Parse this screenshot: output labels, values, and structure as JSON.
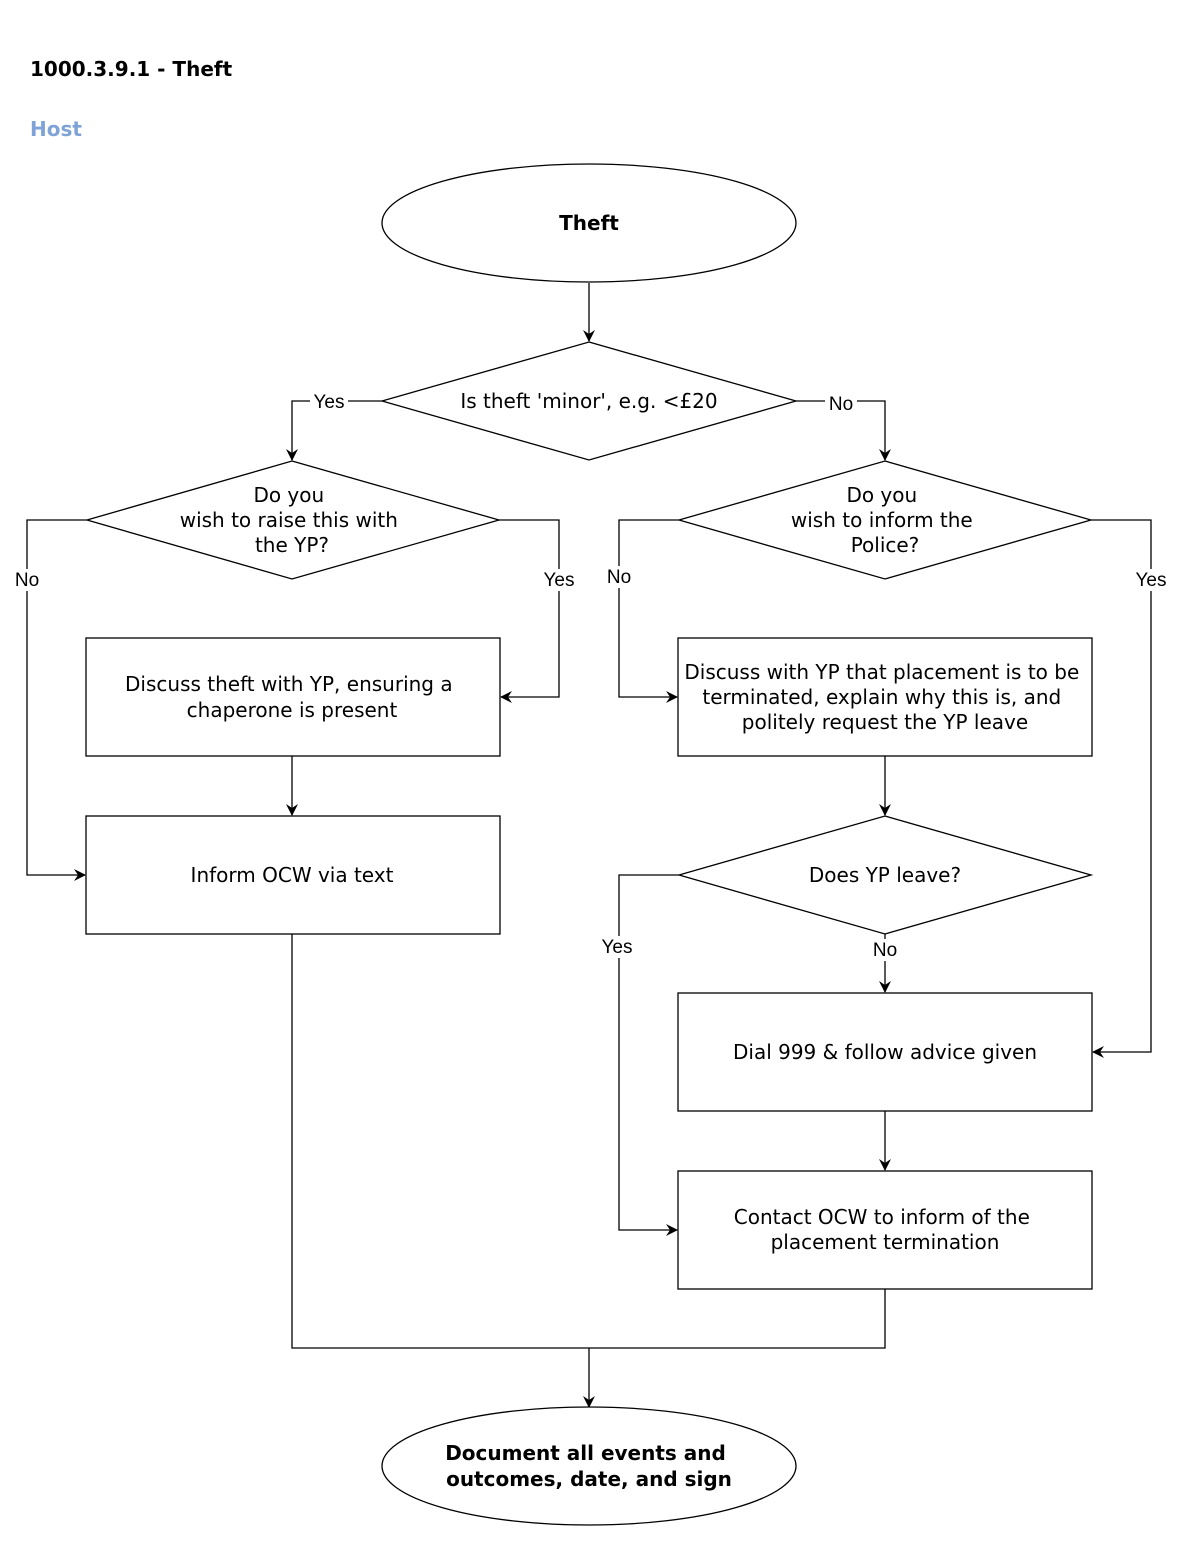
{
  "header": {
    "title": "1000.3.9.1 - Theft",
    "subtitle": "Host",
    "subtitle_color": "#7fa3d6"
  },
  "nodes": {
    "start": {
      "lines": [
        "Theft"
      ]
    },
    "q_minor": {
      "lines": [
        "Is theft 'minor', e.g. <£20"
      ]
    },
    "q_raise": {
      "lines": [
        "Do you",
        "wish to raise this with",
        "the YP?"
      ]
    },
    "q_police": {
      "lines": [
        "Do you",
        "wish to inform the",
        "Police?"
      ]
    },
    "discuss_theft": {
      "lines": [
        "Discuss theft with YP, ensuring a",
        "chaperone is present"
      ]
    },
    "discuss_terminate": {
      "lines": [
        "Discuss with YP that placement is to be",
        "terminated, explain why this is, and",
        "politely request the YP leave"
      ]
    },
    "inform_ocw": {
      "lines": [
        "Inform OCW via text"
      ]
    },
    "q_leave": {
      "lines": [
        "Does YP leave?"
      ]
    },
    "dial_999": {
      "lines": [
        "Dial 999 & follow advice given"
      ]
    },
    "contact_ocw": {
      "lines": [
        "Contact OCW to inform of the",
        "placement termination"
      ]
    },
    "end": {
      "lines": [
        "Document all events and",
        "outcomes, date, and sign"
      ]
    }
  },
  "edge_labels": {
    "minor_yes": "Yes",
    "minor_no": "No",
    "raise_no": "No",
    "raise_yes": "Yes",
    "police_no": "No",
    "police_yes": "Yes",
    "leave_yes": "Yes",
    "leave_no": "No"
  }
}
